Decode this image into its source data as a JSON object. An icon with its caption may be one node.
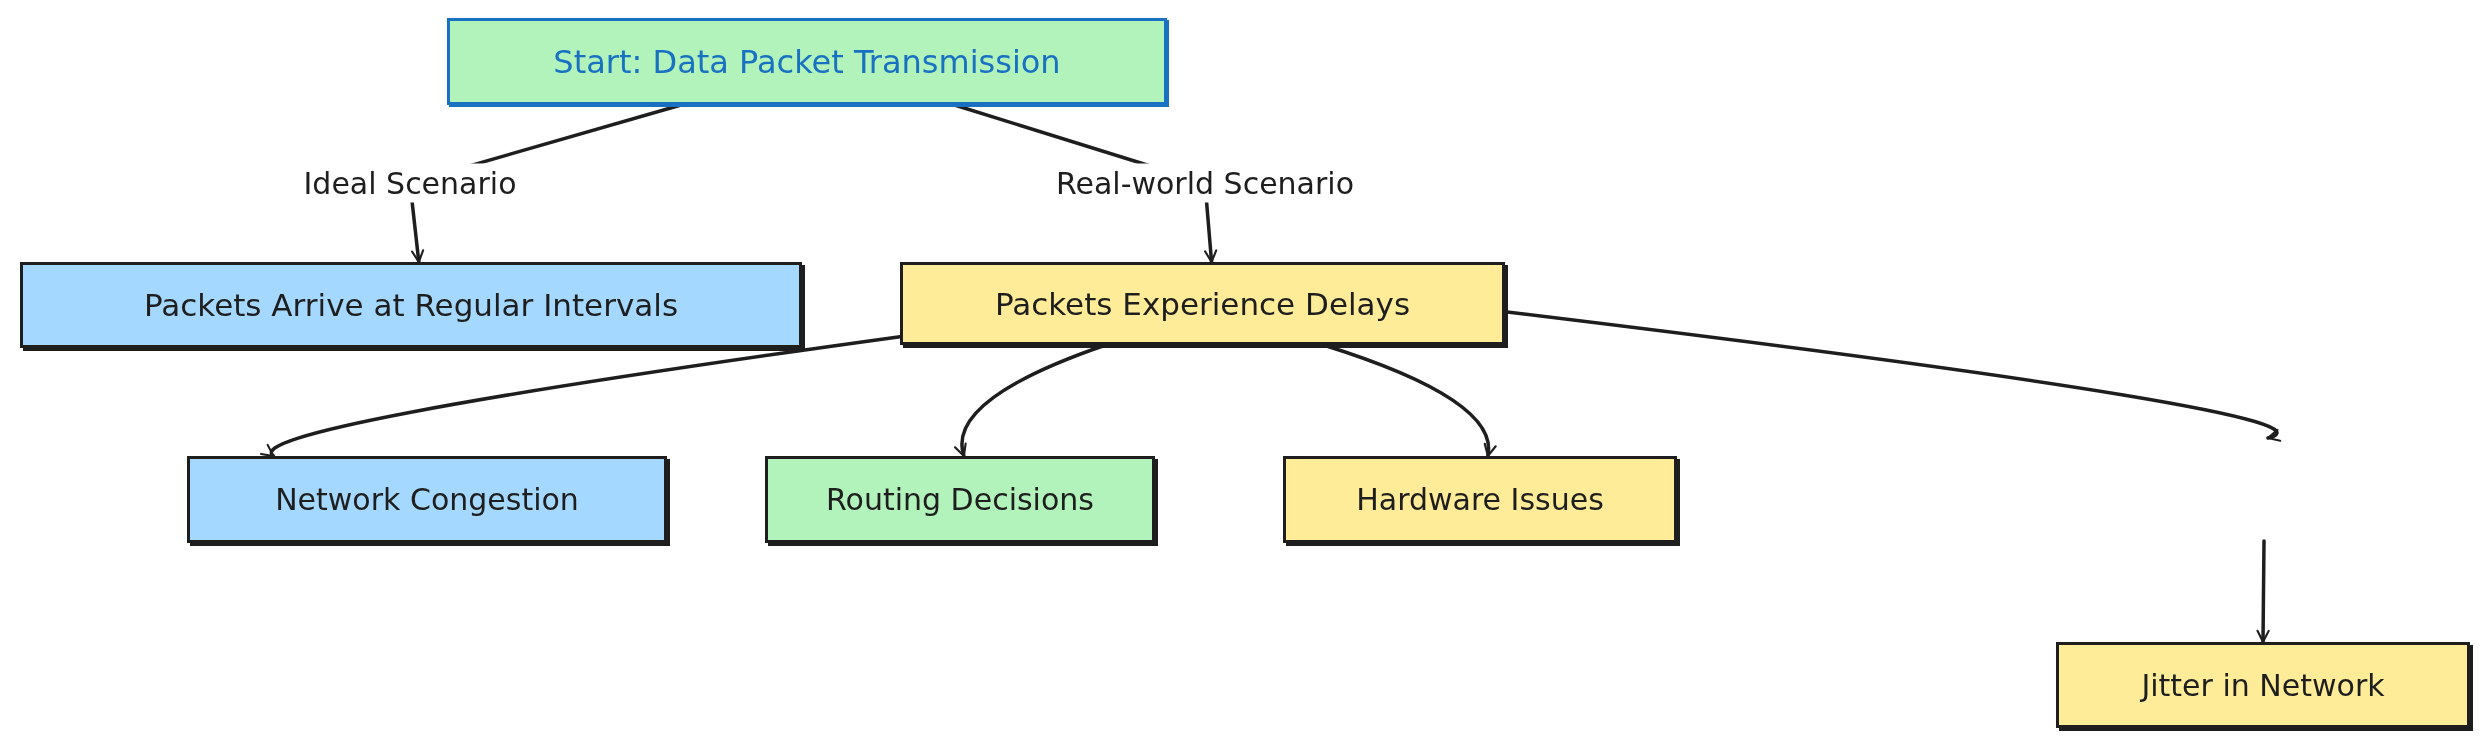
{
  "diagram": {
    "nodes": [
      {
        "text": [
          "Start: Data Packet Transmission"
        ]
      },
      {
        "text": [
          "Packets Arrive at Regular Intervals"
        ]
      },
      {
        "text": [
          "Packets Experience Delays"
        ]
      },
      {
        "text": [
          "Network Congestion"
        ]
      },
      {
        "text": [
          "Routing Decisions"
        ]
      },
      {
        "text": [
          "Hardware Issues"
        ]
      },
      {
        "text": [
          "Jitter in Network"
        ]
      }
    ],
    "edges": [
      {
        "from": 0,
        "to": 1,
        "arrow": "to",
        "label": "Ideal Scenario"
      },
      {
        "from": 0,
        "to": 2,
        "arrow": "to",
        "label": "Real-world Scenario"
      },
      {
        "from": 2,
        "to": 3,
        "arrow": "to"
      },
      {
        "from": 2,
        "to": 4,
        "arrow": "to"
      },
      {
        "from": 2,
        "to": 5,
        "arrow": "to"
      },
      {
        "from": 2,
        "to": null,
        "arrow": "to"
      },
      {
        "from": null,
        "to": 6,
        "arrow": "to"
      }
    ]
  }
}
